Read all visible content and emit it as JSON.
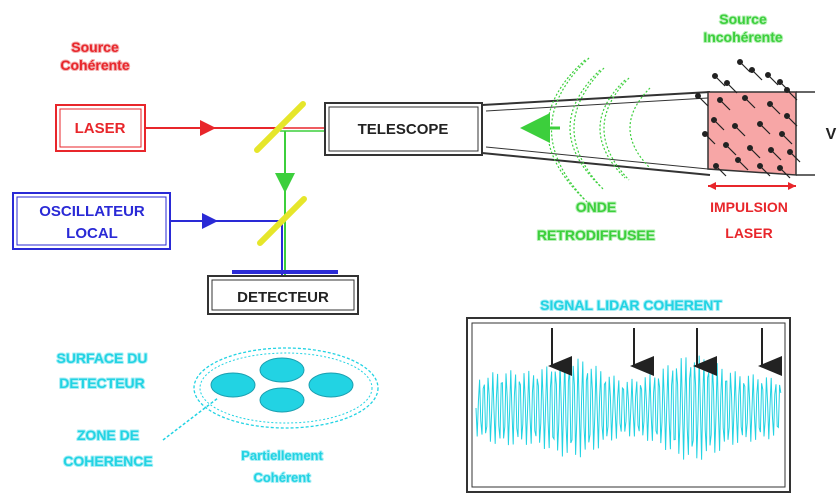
{
  "labels": {
    "source_coherente": [
      "Source",
      "Cohérente"
    ],
    "source_incoherente": [
      "Source",
      "Incohérente"
    ],
    "laser": "LASER",
    "oscillateur": [
      "OSCILLATEUR",
      "LOCAL"
    ],
    "telescope": "TELESCOPE",
    "detecteur": "DETECTEUR",
    "onde": [
      "ONDE",
      "RETRODIFFUSEE"
    ],
    "impulsion": [
      "IMPULSION",
      "LASER"
    ],
    "signal_title": "SIGNAL LIDAR COHERENT",
    "surface": [
      "SURFACE DU",
      "DETECTEUR"
    ],
    "zone": [
      "ZONE DE",
      "COHERENCE"
    ],
    "partiellement": [
      "Partiellement",
      "Cohérent"
    ],
    "edge_text": "V"
  },
  "colors": {
    "red": "#e8262b",
    "blue": "#2a2ad6",
    "green": "#3ccf3c",
    "cyan": "#22d3e3",
    "yellow": "#e6e62a",
    "dark": "#222222",
    "pulse_fill": "#f7a6a6"
  }
}
